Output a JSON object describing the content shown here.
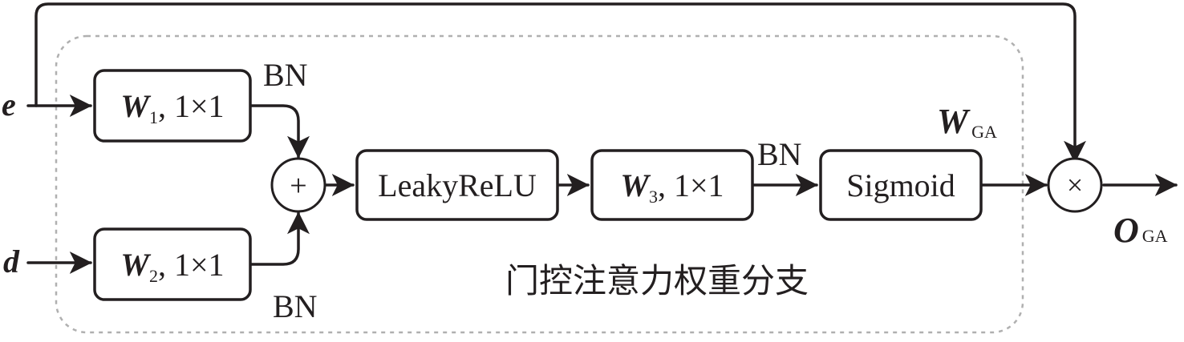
{
  "inputs": {
    "e": "e",
    "d": "d"
  },
  "blocks": {
    "w1": {
      "weight": "W",
      "sub": "1",
      "kernel": ", 1×1"
    },
    "w2": {
      "weight": "W",
      "sub": "2",
      "kernel": ", 1×1"
    },
    "w3": {
      "weight": "W",
      "sub": "3",
      "kernel": ", 1×1"
    },
    "leaky": "LeakyReLU",
    "sigmoid": "Sigmoid"
  },
  "operators": {
    "add": "+",
    "multiply": "×"
  },
  "norm_labels": {
    "bn_top": "BN",
    "bn_bottom": "BN",
    "bn_w3": "BN"
  },
  "weight_label": {
    "symbol": "W",
    "sub": "GA"
  },
  "output_label": {
    "symbol": "O",
    "sub": "GA"
  },
  "branch_label": "门控注意力权重分支",
  "colors": {
    "ink": "#231f20",
    "dashed_border": "#b0b0b0"
  }
}
